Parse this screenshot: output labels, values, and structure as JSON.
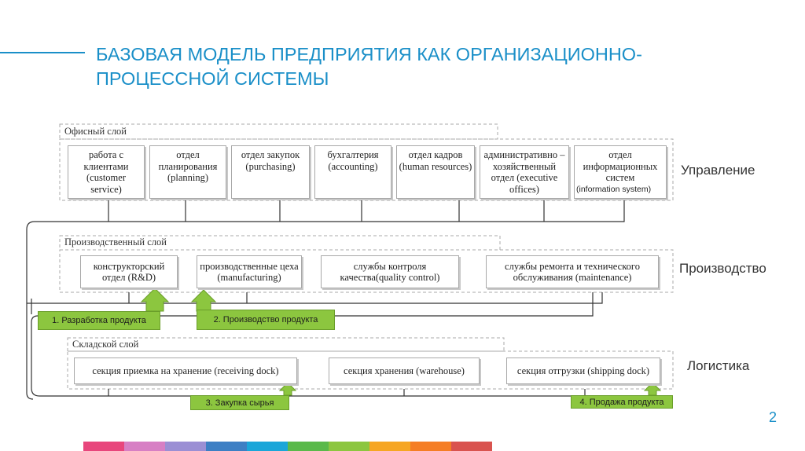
{
  "title": {
    "line1": "БАЗОВАЯ МОДЕЛЬ ПРЕДПРИЯТИЯ КАК  ОРГАНИЗАЦИОННО-",
    "line2": "ПРОЦЕССНОЙ СИСТЕМЫ"
  },
  "layers": {
    "office": {
      "label": "Офисный слой",
      "side_label": "Управление",
      "boxes": [
        {
          "text": "работа с клиентами (customer service)"
        },
        {
          "text": "отдел планирования (planning)"
        },
        {
          "text": "отдел закупок (purchasing)"
        },
        {
          "text": "бухгалтерия (accounting)"
        },
        {
          "text": "отдел кадров (human resources)"
        },
        {
          "text": "административно – хозяйственный отдел (executive offices)"
        },
        {
          "text": "отдел информационных систем",
          "sub": "(information system)"
        }
      ]
    },
    "production": {
      "label": "Производственный слой",
      "side_label": "Производство",
      "boxes": [
        {
          "text": "конструкторский отдел (R&D)"
        },
        {
          "text": "производственные цеха (manufacturing)"
        },
        {
          "text": "службы контроля качества(quality control)"
        },
        {
          "text": "службы ремонта и технического обслуживания (maintenance)"
        }
      ]
    },
    "warehouse": {
      "label": "Складской слой",
      "side_label": "Логистика",
      "boxes": [
        {
          "text": "секция приемка на хранение (receiving dock)"
        },
        {
          "text": "секция хранения (warehouse)"
        },
        {
          "text": "секция отгрузки (shipping dock)"
        }
      ]
    }
  },
  "processes": [
    {
      "label": "1. Разработка продукта"
    },
    {
      "label": "2. Производство продукта"
    },
    {
      "label": "3. Закупка сырья"
    },
    {
      "label": "4. Продажа продукта"
    }
  ],
  "page_number": "2",
  "colors": {
    "accent": "#1a8fc8",
    "process_green": "#8cc63f",
    "footer": [
      "#e8467c",
      "#d77fc4",
      "#9b8fd4",
      "#3d7fc4",
      "#1aa6d9",
      "#5ab94a",
      "#8cc63f",
      "#f6a623",
      "#f57e25",
      "#d9534f"
    ]
  }
}
